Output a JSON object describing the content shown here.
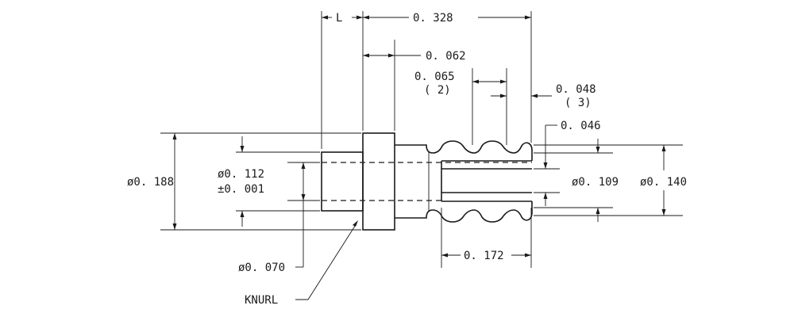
{
  "dimensions": {
    "length_var": "L",
    "overall_length": "0. 328",
    "flange_width": "0. 062",
    "groove_pitch": "0. 065",
    "groove_pitch_qty": "( 2)",
    "groove_width": "0. 048",
    "groove_width_qty": "( 3)",
    "slot_width": "0. 046",
    "flange_dia": "ø0. 188",
    "bore_dia": "ø0. 112",
    "bore_tol": "±0. 001",
    "slot_dia": "ø0. 109",
    "groove_outer_dia": "ø0. 140",
    "shank_dia": "ø0. 070",
    "slot_depth": "0. 172"
  },
  "notes": {
    "knurl": "KNURL"
  }
}
